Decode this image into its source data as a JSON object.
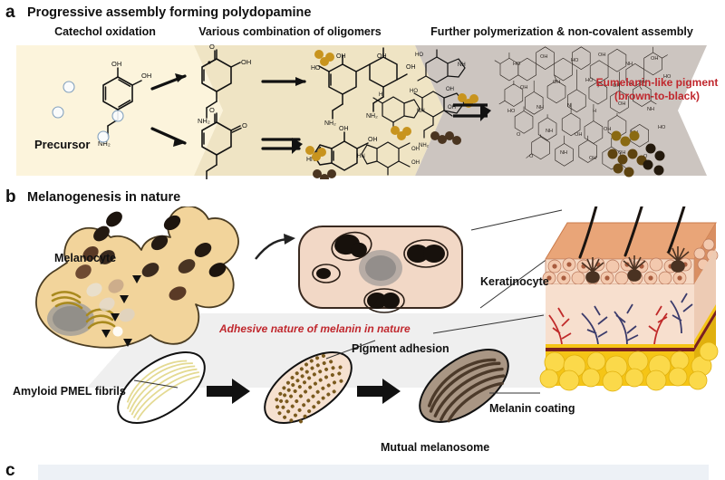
{
  "panels": {
    "a": {
      "letter": "a",
      "title": "Progressive assembly forming polydopamine",
      "stages": [
        {
          "label": "Catechol oxidation"
        },
        {
          "label": "Various combination of oligomers"
        },
        {
          "label": "Further polymerization & non-covalent assembly"
        }
      ],
      "labels": {
        "precursor": "Precursor",
        "product_line1": "Eumelanin-like pigment",
        "product_line2": "(brown-to-black)"
      },
      "chem": {
        "oh": "OH",
        "ho": "HO",
        "nh2": "NH₂",
        "hn": "HN",
        "nh": "NH",
        "o": "O",
        "n": "N"
      },
      "colors": {
        "band1": "#FCF4DC",
        "band2": "#EFE4C4",
        "band3": "#CCC5C0",
        "pigment_gold": "#C8941E",
        "pigment_brown": "#4A3520",
        "accent_red": "#C0272D"
      }
    },
    "b": {
      "letter": "b",
      "title": "Melanogenesis in nature",
      "labels": {
        "melanocyte": "Melanocyte",
        "keratinocyte": "Keratinocyte",
        "adhesive": "Adhesive nature of melanin in nature",
        "pigment_adhesion": "Pigment adhesion",
        "amyloid": "Amyloid PMEL fibrils",
        "melanin_coating": "Melanin coating",
        "mutual_melanosome": "Mutual melanosome"
      },
      "colors": {
        "melanocyte_fill": "#F2D49B",
        "keratinocyte_fill": "#F2D8C6",
        "melanosome_dark": "#221A14",
        "melanosome_mid": "#6B4A32",
        "fibril_yellow": "#EFE7A8",
        "coating_brown": "#7A6049",
        "skin_top": "#E9A578",
        "fat_yellow": "#F5C516",
        "vessel_red": "#C02A2A",
        "vessel_blue": "#3B3B6B"
      }
    },
    "c": {
      "letter": "c",
      "strip_color": "#EDF1F6"
    }
  }
}
